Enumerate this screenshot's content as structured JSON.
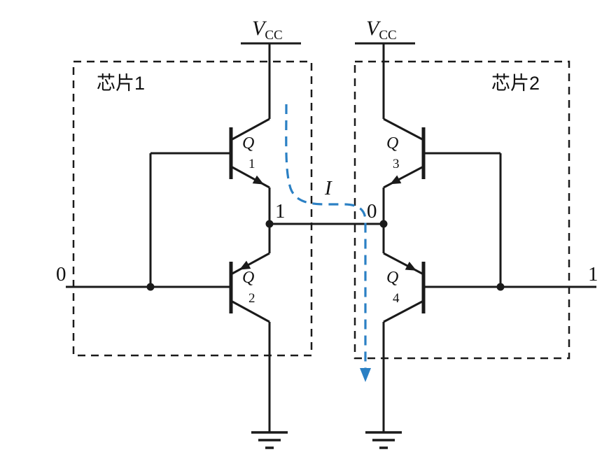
{
  "chips": {
    "chip1": {
      "label": "芯片1"
    },
    "chip2": {
      "label": "芯片2"
    }
  },
  "power": {
    "symbol": "V",
    "subscript": "CC"
  },
  "transistors": {
    "q1": {
      "symbol": "Q",
      "subscript": "1"
    },
    "q2": {
      "symbol": "Q",
      "subscript": "2"
    },
    "q3": {
      "symbol": "Q",
      "subscript": "3"
    },
    "q4": {
      "symbol": "Q",
      "subscript": "4"
    }
  },
  "signals": {
    "chip1_input_level": "0",
    "chip1_output_level": "1",
    "chip2_output_level": "0",
    "chip2_input_level": "1"
  },
  "current": {
    "label": "I",
    "color": "#2b80c4"
  },
  "style": {
    "wire_color": "#1a1a1a",
    "background": "#ffffff"
  }
}
